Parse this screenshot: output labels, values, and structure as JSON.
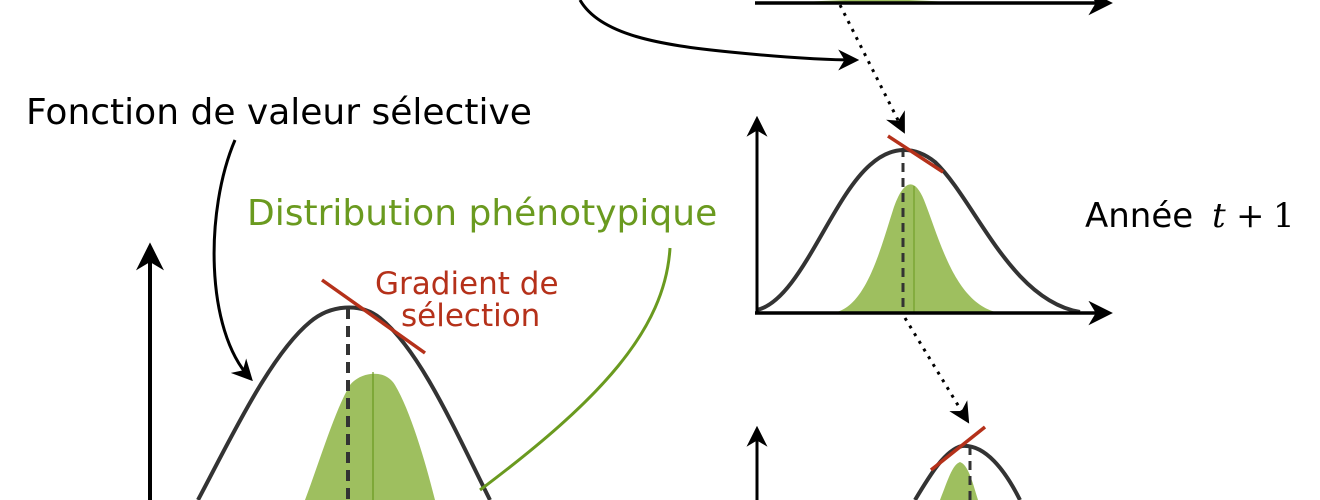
{
  "labels": {
    "fitness_function": "Fonction de valeur sélective",
    "phenotypic_distribution": "Distribution phénotypique",
    "gradient_line1": "Gradient de",
    "gradient_line2": "sélection",
    "year_word": "Année",
    "year_var": "t",
    "year_plus": "+",
    "year_one": "1"
  },
  "colors": {
    "curve": "#333333",
    "distribution_fill": "#9ebf5f",
    "distribution_label": "#6a9a1f",
    "gradient": "#b5311a",
    "axis": "#000000"
  }
}
